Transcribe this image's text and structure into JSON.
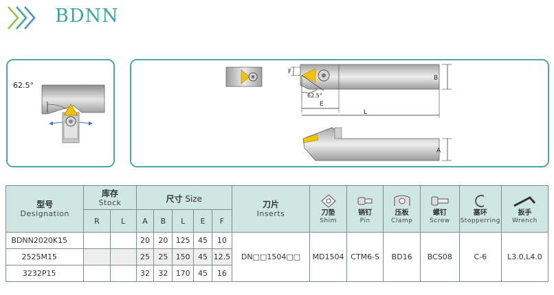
{
  "header": {
    "title": "BDNN"
  },
  "diagram": {
    "approach_angle": "62.5°",
    "angle_inner": "62.5°",
    "dims": {
      "F": "F",
      "B": "B",
      "E": "E",
      "L": "L",
      "A": "A"
    }
  },
  "table": {
    "headers": {
      "designation": {
        "cn": "型号",
        "en": "Designation"
      },
      "stock": {
        "cn": "库存",
        "en": "Stock"
      },
      "stock_r": "R",
      "stock_l": "L",
      "size": {
        "cn": "尺寸",
        "en": "Size"
      },
      "size_cols": [
        "A",
        "B",
        "L",
        "E",
        "F"
      ],
      "inserts": {
        "cn": "刀片",
        "en": "Inserts"
      },
      "shim": {
        "cn": "刀垫",
        "en": "Shim"
      },
      "pin": {
        "cn": "销钉",
        "en": "Pin"
      },
      "clamp": {
        "cn": "压板",
        "en": "Clamp"
      },
      "screw": {
        "cn": "螺钉",
        "en": "Screw"
      },
      "stopper": {
        "cn": "塞环",
        "en": "Stopperring"
      },
      "wrench": {
        "cn": "扳手",
        "en": "Wrench"
      }
    },
    "rows": [
      {
        "designation": "BDNN2020K15",
        "r": "",
        "l": "",
        "a": "20",
        "b": "20",
        "len": "125",
        "e": "45",
        "f": "10"
      },
      {
        "designation": "2525M15",
        "r": "",
        "l": "",
        "a": "25",
        "b": "25",
        "len": "150",
        "e": "45",
        "f": "12.5"
      },
      {
        "designation": "3232P15",
        "r": "",
        "l": "",
        "a": "32",
        "b": "32",
        "len": "170",
        "e": "45",
        "f": "16"
      }
    ],
    "shared": {
      "insert": "DN□□1504□□",
      "shim": "MD1504",
      "pin": "CTM6-S",
      "clamp": "BD16",
      "screw": "BCS08",
      "stopper": "C-6",
      "wrench": "L3.0,L4.0"
    }
  },
  "colors": {
    "accent": "#3aa79a",
    "border": "#4aa9a0",
    "header_bg": "#cfe7e2",
    "insert": "#f2c400"
  }
}
